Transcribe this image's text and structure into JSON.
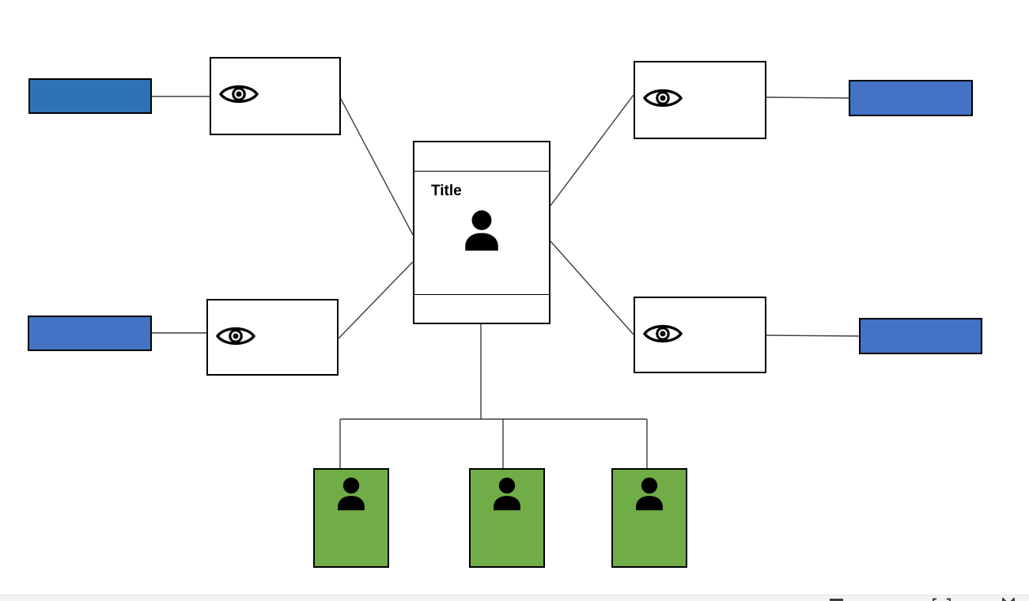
{
  "slide": {
    "kind": "diagram",
    "center_card": {
      "title": "Title",
      "icon": "person-icon"
    },
    "eye_nodes": [
      {
        "id": "top-left",
        "icon": "eye-icon"
      },
      {
        "id": "top-right",
        "icon": "eye-icon"
      },
      {
        "id": "mid-left",
        "icon": "eye-icon"
      },
      {
        "id": "mid-right",
        "icon": "eye-icon"
      }
    ],
    "blue_bars": [
      {
        "id": "top-left",
        "color": "#2e74b5"
      },
      {
        "id": "top-right",
        "color": "#4472c4"
      },
      {
        "id": "mid-left",
        "color": "#4472c4"
      },
      {
        "id": "mid-right",
        "color": "#4472c4"
      }
    ],
    "green_cards": [
      {
        "id": "subordinate-1",
        "icon": "person-icon"
      },
      {
        "id": "subordinate-2",
        "icon": "person-icon"
      },
      {
        "id": "subordinate-3",
        "icon": "person-icon"
      }
    ]
  },
  "statusbar": {
    "icons": [
      "normal-view-icon",
      "slide-sorter-view-icon",
      "slideshow-view-icon"
    ]
  },
  "colors": {
    "blue-dark": "#2e74b5",
    "blue": "#4472c4",
    "green": "#70ad47",
    "line": "#3c3c3c",
    "box-border": "#000000",
    "statusbar-bg": "#f3f3f2",
    "canvas": "#ffffff",
    "title-color": "#000000"
  }
}
